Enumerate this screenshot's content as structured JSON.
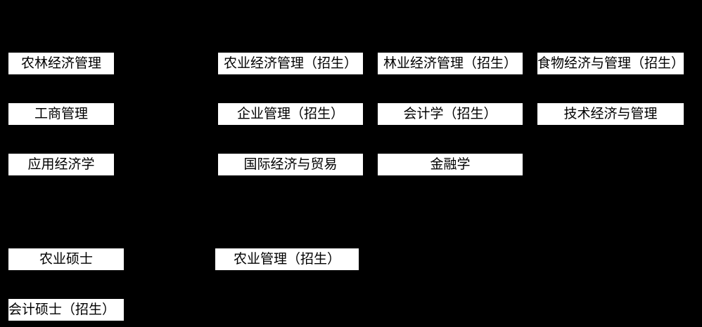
{
  "nodes": {
    "col1": [
      "农林经济管理",
      "工商管理",
      "应用经济学",
      "农业硕士",
      "会计硕士（招生）"
    ],
    "col2": [
      "农业经济管理（招生）",
      "企业管理（招生）",
      "国际经济与贸易",
      "农业管理（招生）"
    ],
    "col3": [
      "林业经济管理（招生）",
      "会计学（招生）",
      "金融学"
    ],
    "col4": [
      "食物经济与管理（招生）",
      "技术经济与管理"
    ]
  }
}
